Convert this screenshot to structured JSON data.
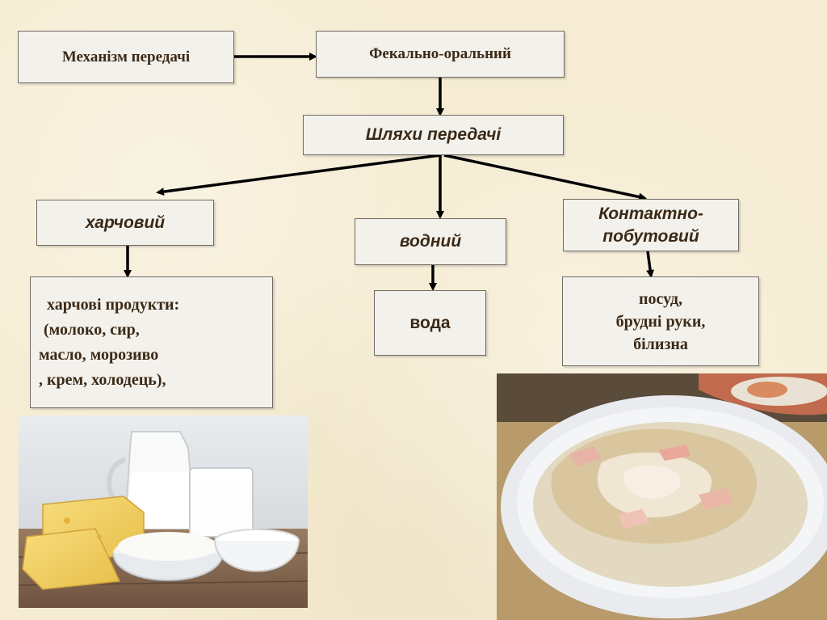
{
  "diagram": {
    "mechanism": "Механізм передачі",
    "fecal_oral": "Фекально-оральний",
    "routes": "Шляхи передачі",
    "food_route": "харчовий",
    "water_route": "водний",
    "contact_route_line1": "Контактно-",
    "contact_route_line2": "побутовий",
    "food_items": [
      "харчові продукти:",
      "(молоко, сир,",
      "масло, морозиво",
      ", крем, холодець),"
    ],
    "water_item": "вода",
    "contact_items": [
      "посуд,",
      "брудні руки,",
      "білизна"
    ]
  },
  "colors": {
    "text": "#3b2a16",
    "box_fill": "#f3f1ec",
    "background": "#f5ecd3"
  },
  "images": {
    "dairy_photo": "dairy-products-photo",
    "aspic_photo": "aspic-holodets-photo"
  }
}
